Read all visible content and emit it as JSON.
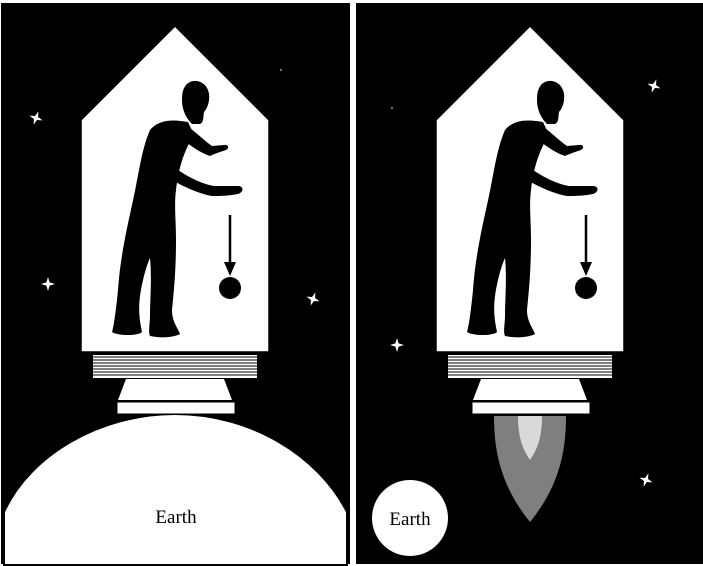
{
  "panels": [
    {
      "earth_label": "Earth",
      "state": "resting on Earth"
    },
    {
      "earth_label": "Earth",
      "state": "accelerating in space"
    }
  ],
  "colors": {
    "space": "#000000",
    "cabin": "#ffffff",
    "flame_outer": "#7f7f7f",
    "flame_inner": "#d9d9d9"
  }
}
